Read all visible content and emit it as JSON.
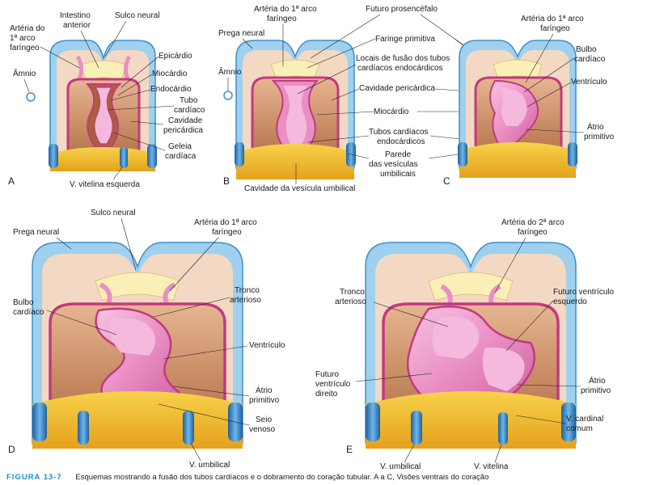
{
  "colors": {
    "ectoderm_blue": "#9fd0ee",
    "ectoderm_blue_dark": "#3f8ec9",
    "mesoderm_peach": "#f3d9c4",
    "pericardial_tan": "#d9a47c",
    "pericardial_brown": "#b36d45",
    "myocardium_magenta": "#c23a7e",
    "heart_pink": "#e98fc4",
    "heart_light": "#f4b9dc",
    "yolk_yellow": "#f4c430",
    "yolk_orange": "#e3a020",
    "vessel_blue": "#2a7bc1",
    "pharynx_cream": "#fbefb8",
    "caption_accent": "#1a8fcf"
  },
  "panels": {
    "A": {
      "letter": "A",
      "labels": {
        "arteria": "Artéria do",
        "arteria2": "1ª arco",
        "arteria3": "faríngeo",
        "intestino": "Intestino",
        "intestino2": "anterior",
        "sulco": "Sulco neural",
        "amnio": "Âmnio",
        "epicardio": "Epicárdio",
        "miocardio": "Miocárdio",
        "endocardio": "Endocárdio",
        "tubo": "Tubo",
        "tubo2": "cardíaco",
        "cavidade": "Cavidade",
        "cavidade2": "pericárdica",
        "geleia": "Geleia",
        "geleia2": "cardíaca",
        "vitelina": "V. vitelina esquerda"
      }
    },
    "B": {
      "letter": "B",
      "labels": {
        "arteria": "Artéria do 1ª arco",
        "arteria2": "faríngeo",
        "prega": "Prega neural",
        "amnio": "Âmnio",
        "cavidade_vesicula": "Cavidade da vesícula umbilical"
      }
    },
    "BC_shared": {
      "futuro": "Futuro prosencéfalo",
      "faringe": "Faringe primitiva",
      "locais": "Locais de fusão dos tubos",
      "locais2": "cardíacos endocárdicos",
      "cavidade_peri": "Cavidade pericárdica",
      "miocardio": "Miocárdio",
      "tubos": "Tubos cardíacos",
      "tubos2": "endocárdicos",
      "parede": "Parede",
      "parede2": "das vesículas",
      "parede3": "umbilicais"
    },
    "C": {
      "letter": "C",
      "labels": {
        "arteria": "Artéria do 1ª arco",
        "arteria2": "faríngeo",
        "bulbo": "Bulbo",
        "bulbo2": "cardíaco",
        "ventriculo": "Ventrículo",
        "atrio": "Átrio",
        "atrio2": "primitivo"
      }
    },
    "D": {
      "letter": "D",
      "labels": {
        "sulco": "Sulco neural",
        "prega": "Prega neural",
        "arteria": "Artéria do 1ª arco",
        "arteria2": "faríngeo",
        "bulbo": "Bulbo",
        "bulbo2": "cardíaco",
        "tronco": "Tronco",
        "tronco2": "arterioso",
        "ventriculo": "Ventrículo",
        "atrio": "Átrio",
        "atrio2": "primitivo",
        "seio": "Seio",
        "seio2": "venoso",
        "umbilical": "V. umbilical"
      }
    },
    "E": {
      "letter": "E",
      "labels": {
        "arteria": "Artéria do 2ª arco",
        "arteria2": "faríngeo",
        "tronco": "Tronco",
        "tronco2": "arterioso",
        "futuro_esq": "Futuro ventrículo",
        "futuro_esq2": "esquerdo",
        "futuro_dir": "Futuro",
        "futuro_dir2": "ventrículo",
        "futuro_dir3": "direito",
        "atrio": "Átrio",
        "atrio2": "primitivo",
        "cardinal": "V. cardinal",
        "cardinal2": "comum",
        "umbilical": "V. umbilical",
        "vitelina": "V. vitelina"
      }
    }
  },
  "caption": {
    "figure": "FIGURA 13-7",
    "text": "Esquemas mostrando a fusão dos tubos cardíacos e o dobramento do coração tubular. A a C, Visões ventrais do coração"
  }
}
